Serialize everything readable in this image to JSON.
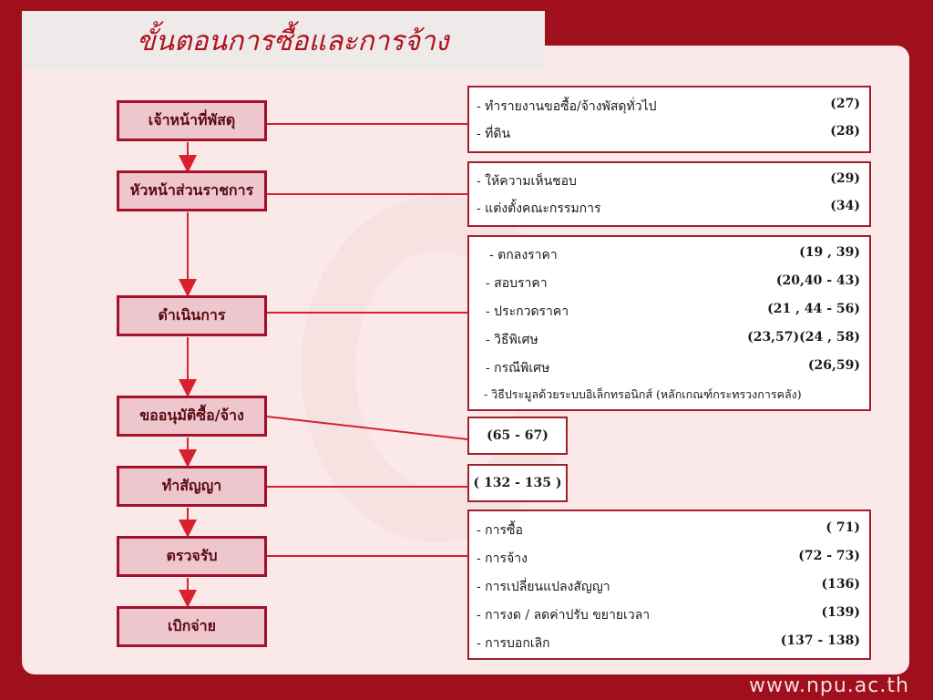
{
  "title": "ขั้นตอนการซื้อและการจ้าง",
  "footer_url": "www.npu.ac.th",
  "colors": {
    "accent": "#a00f1c",
    "box_fill": "#eec6cd",
    "line": "#d8202e",
    "panel": "#fbe9e9"
  },
  "steps": [
    {
      "label": "เจ้าหน้าที่พัสดุ"
    },
    {
      "label": "หัวหน้าส่วนราชการ"
    },
    {
      "label": "ดำเนินการ"
    },
    {
      "label": "ขออนุมัติซื้อ/จ้าง"
    },
    {
      "label": "ทำสัญญา"
    },
    {
      "label": "ตรวจรับ"
    },
    {
      "label": "เบิกจ่าย"
    }
  ],
  "info_boxes": [
    {
      "items": [
        {
          "text": "-  ทำรายงานขอซื้อ/จ้างพัสดุทั่วไป",
          "ref": "(27)"
        },
        {
          "text": "-  ที่ดิน",
          "ref": "(28)"
        }
      ]
    },
    {
      "items": [
        {
          "text": "-  ให้ความเห็นชอบ",
          "ref": "(29)"
        },
        {
          "text": "-  แต่งตั้งคณะกรรมการ",
          "ref": "(34)"
        }
      ]
    },
    {
      "items": [
        {
          "text": "-  ตกลงราคา",
          "ref": "(19 , 39)"
        },
        {
          "text": "-  สอบราคา",
          "ref": "(20,40 - 43)"
        },
        {
          "text": "-  ประกวดราคา",
          "ref": "(21 , 44 - 56)"
        },
        {
          "text": "-  วิธีพิเศษ",
          "ref": "(23,57)(24 , 58)"
        },
        {
          "text": "-  กรณีพิเศษ",
          "ref": "(26,59)"
        },
        {
          "text": "-  วิธีประมูลด้วยระบบอิเล็กทรอนิกส์ (หลักเกณฑ์กระทรวงการคลัง)",
          "ref": ""
        }
      ]
    },
    {
      "ref": "(65 - 67)"
    },
    {
      "ref": "( 132 - 135 )"
    },
    {
      "items": [
        {
          "text": "-  การซื้อ",
          "ref": "( 71)"
        },
        {
          "text": "-  การจ้าง",
          "ref": "(72 - 73)"
        },
        {
          "text": "-  การเปลี่ยนแปลงสัญญา",
          "ref": "(136)"
        },
        {
          "text": "-  การงด / ลดค่าปรับ ขยายเวลา",
          "ref": "(139)"
        },
        {
          "text": "-  การบอกเลิก",
          "ref": "(137 - 138)"
        }
      ]
    }
  ]
}
